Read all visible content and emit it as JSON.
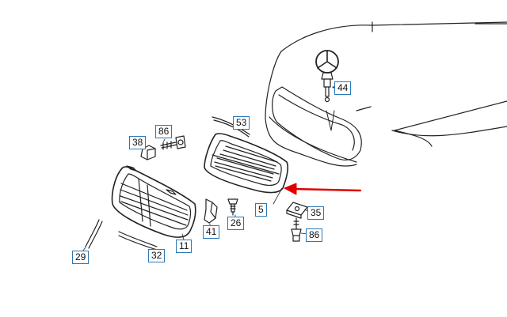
{
  "diagram": {
    "type": "exploded parts diagram",
    "accent_color": "#e00000",
    "callout_border_color": "#2a78b8",
    "line_color": "#222222",
    "parts": [
      {
        "id": "44",
        "label": "44",
        "part": "hood-emblem"
      },
      {
        "id": "53",
        "label": "53",
        "part": "upper-trim-strip"
      },
      {
        "id": "86a",
        "label": "86",
        "part": "upper-screw"
      },
      {
        "id": "38",
        "label": "38",
        "part": "bracket"
      },
      {
        "id": "5",
        "label": "5",
        "part": "radiator-grille"
      },
      {
        "id": "35",
        "label": "35",
        "part": "clip-nut"
      },
      {
        "id": "86b",
        "label": "86",
        "part": "lower-screw"
      },
      {
        "id": "26",
        "label": "26",
        "part": "screw"
      },
      {
        "id": "41",
        "label": "41",
        "part": "holder"
      },
      {
        "id": "11",
        "label": "11",
        "part": "grille-insert"
      },
      {
        "id": "29",
        "label": "29",
        "part": "side-trim-strip"
      },
      {
        "id": "32",
        "label": "32",
        "part": "lower-trim-strip"
      }
    ],
    "highlight": {
      "target": "5",
      "shape": "arrow"
    }
  }
}
